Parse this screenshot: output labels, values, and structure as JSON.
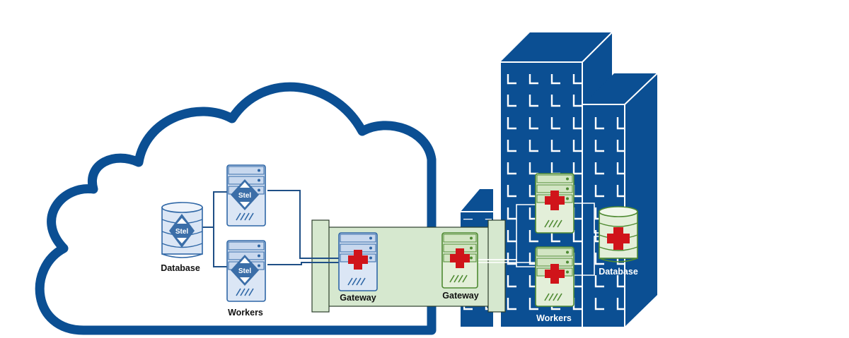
{
  "cloud": {
    "database_label": "Database",
    "database_icon_text": "Stel",
    "workers_label": "Workers",
    "worker_icon_text": "Stel",
    "gateway_label": "Gateway"
  },
  "onprem": {
    "gateway_label": "Gateway",
    "workers_label": "Workers",
    "database_label": "Database"
  },
  "colors": {
    "brand_blue": "#0b4f93",
    "cloud_server_fill": "#dbe6f5",
    "cloud_server_stroke": "#2f67a6",
    "onprem_server_fill": "#e3efd9",
    "onprem_server_stroke": "#4f8a32",
    "tunnel_fill": "#d6e8cf",
    "red_cross": "#d0141a"
  }
}
